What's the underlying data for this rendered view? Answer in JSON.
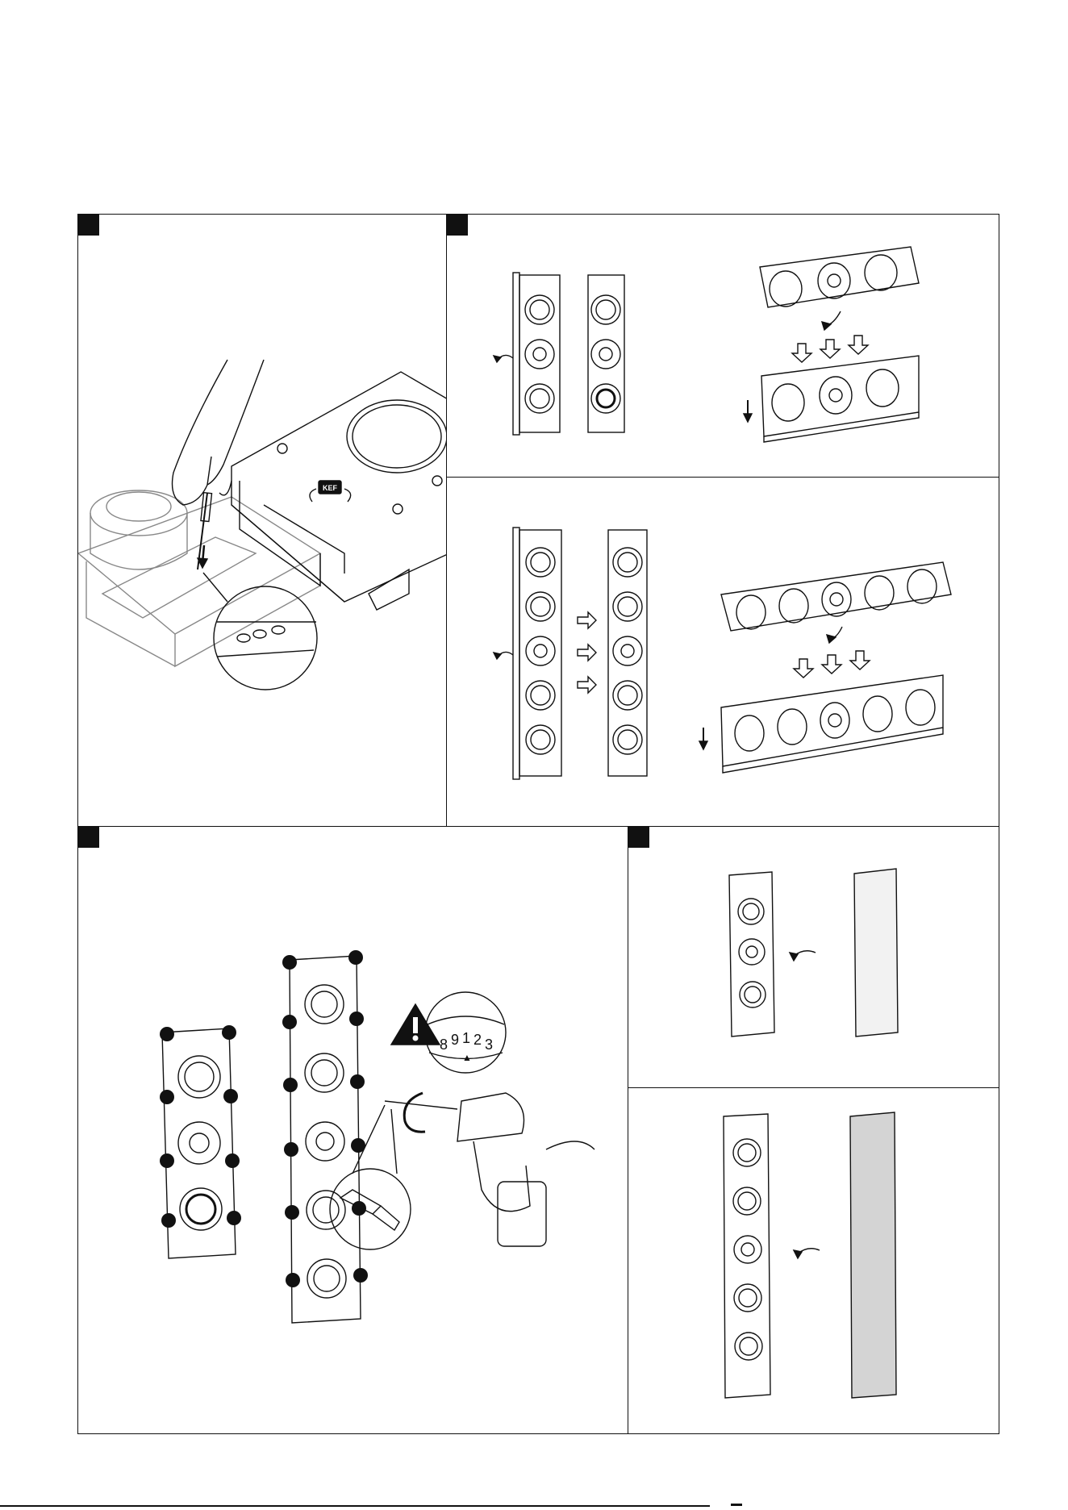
{
  "document": {
    "type": "installation-instructions",
    "brand_logo": "KEF"
  },
  "panels": [
    {
      "id": "step-a",
      "content": "screwdriver-and-bracket-illustration"
    },
    {
      "id": "step-b-top",
      "content": "three-driver-panel-rotation"
    },
    {
      "id": "step-b-bottom",
      "content": "five-driver-panel-rotation"
    },
    {
      "id": "step-c",
      "content": "screw-positions-and-drill-torque"
    },
    {
      "id": "step-d-top",
      "content": "grille-attach-three-driver"
    },
    {
      "id": "step-d-bottom",
      "content": "grille-attach-five-driver"
    }
  ],
  "torque_dial": {
    "digits": [
      "8",
      "9",
      "1",
      "2",
      "3"
    ],
    "pointer": "▲"
  },
  "icons": [
    "warning-icon",
    "rotate-arrow-icon",
    "hollow-down-arrow-icon",
    "solid-down-arrow-icon",
    "screw-hole-dot-icon",
    "hex-bit-icon"
  ],
  "colors": {
    "ink": "#111111",
    "paper": "#ffffff",
    "grille": "#d4d4d4"
  }
}
